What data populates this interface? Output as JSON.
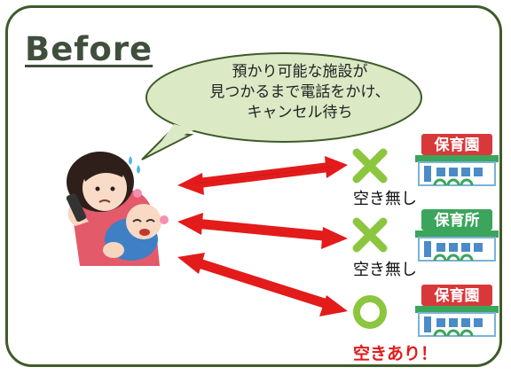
{
  "title": "Before",
  "bubble": {
    "lines": [
      "預かり可能な施設が",
      "見つかるまで電話をかけ、",
      "キャンセル待ち"
    ]
  },
  "facilities": [
    {
      "name": "保育園",
      "status_mark": "cross",
      "status_label": "空き無し"
    },
    {
      "name": "保育所",
      "status_mark": "cross",
      "status_label": "空き無し"
    },
    {
      "name": "保育園",
      "status_mark": "circle",
      "status_label": "空きあり！"
    }
  ],
  "colors": {
    "frame_border": "#3e5b2a",
    "bubble_fill": "#dbe9c5",
    "arrow": "#e31b1b",
    "mark_green": "#8cc63f",
    "sign_red": "#d9383a",
    "roof_green": "#3ba55c",
    "available_text": "#e11b1b"
  },
  "icons": [
    "mother-holding-crying-baby-illustration",
    "phone-icon",
    "daycare-building-icon",
    "cross-mark-icon",
    "circle-mark-icon"
  ]
}
